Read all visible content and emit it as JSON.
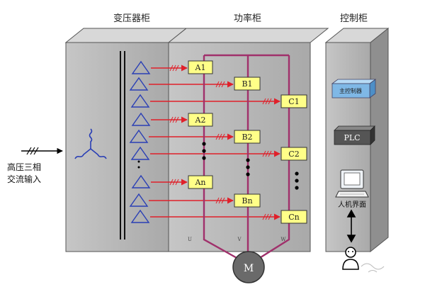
{
  "headers": {
    "transformer_cabinet": "变压器柜",
    "power_cabinet": "功率柜",
    "control_cabinet": "控制柜"
  },
  "input_label": [
    "高压三相",
    "交流输入"
  ],
  "cells": {
    "A1": "A1",
    "B1": "B1",
    "C1": "C1",
    "A2": "A2",
    "B2": "B2",
    "C2": "C2",
    "An": "An",
    "Bn": "Bn",
    "Cn": "Cn"
  },
  "phases": {
    "u": "U",
    "v": "V",
    "w": "W"
  },
  "motor": "M",
  "main_controller": "主控制器",
  "plc": "PLC",
  "hmi": "人机界面",
  "colors": {
    "cabinet_face": "#b9b9b9",
    "cabinet_side": "#8f8f8f",
    "cabinet_top": "#d9d9d9",
    "power_bus": "#a0306b",
    "arrow": "#e0202a",
    "cell_fill": "#ffff88",
    "winding": "#2a3fb5",
    "plc_fill": "#555555",
    "controller_fill": "#7fb8e6"
  }
}
